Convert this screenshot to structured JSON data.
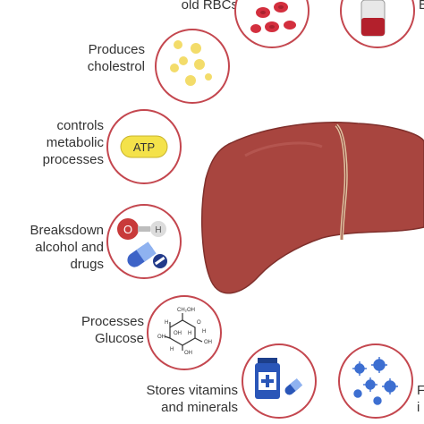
{
  "functions": [
    {
      "label": "old RBCs",
      "icon": "red-blood-cells-icon"
    },
    {
      "label": "B",
      "icon": "blood-bag-icon"
    },
    {
      "label": "Produces\ncholestrol",
      "icon": "cholesterol-droplets-icon"
    },
    {
      "label": "controls\nmetabolic\nprocesses",
      "icon": "atp-icon",
      "badge": "ATP"
    },
    {
      "label": "Breaksdown\nalcohol and\ndrugs",
      "icon": "alcohol-and-pill-icon",
      "atoms": [
        "O",
        "H"
      ]
    },
    {
      "label": "Processes\nGlucose",
      "icon": "glucose-structure-icon",
      "glucose_labels": [
        "CH₂OH",
        "O",
        "H",
        "H",
        "OH",
        "OH",
        "H",
        "OH",
        "H",
        "OH"
      ]
    },
    {
      "label": "Stores vitamins\nand minerals",
      "icon": "medicine-bottle-icon"
    },
    {
      "label": "F\ni",
      "icon": "virus-cluster-icon"
    }
  ],
  "colors": {
    "ring": "#c4474f",
    "liver": "#a8453f",
    "text": "#333333"
  }
}
